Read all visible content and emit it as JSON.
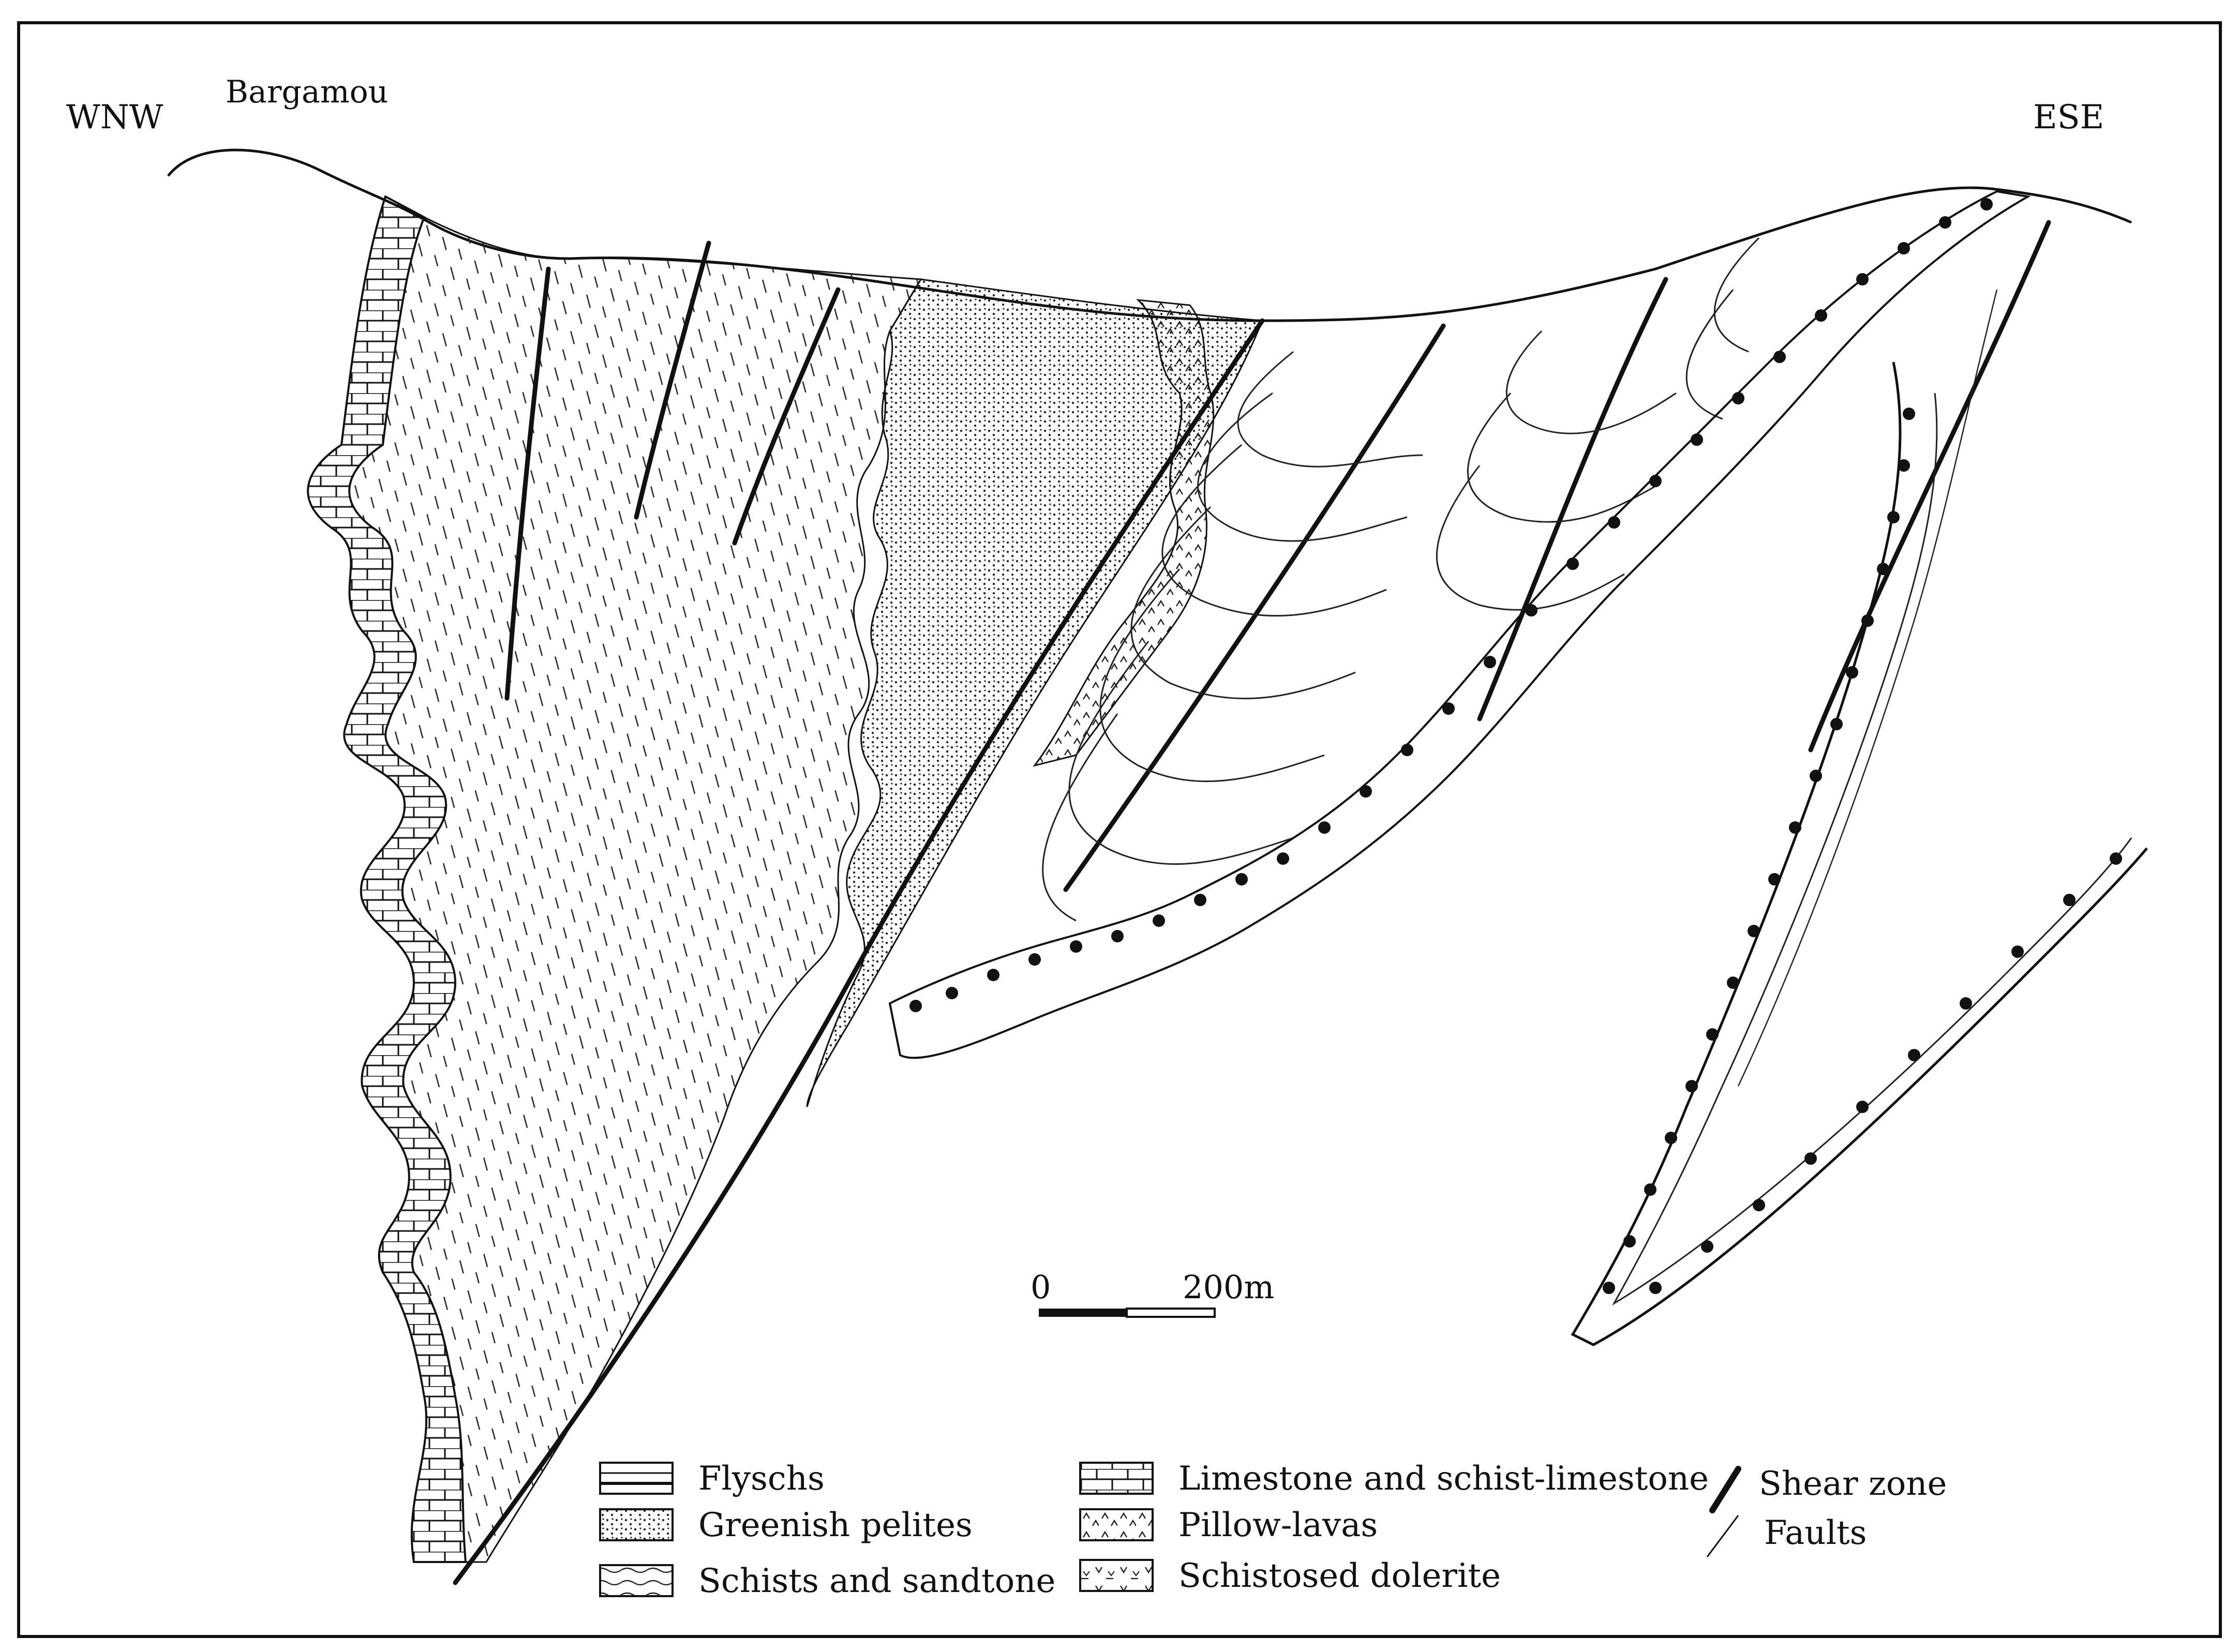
{
  "orientation": {
    "west": "WNW",
    "east": "ESE"
  },
  "place_name": "Bargamou",
  "scale_bar": {
    "start": "0",
    "end": "200m"
  },
  "legend": {
    "items": [
      {
        "label": "Flyschs",
        "pattern": "flysch"
      },
      {
        "label": "Greenish pelites",
        "pattern": "stipple"
      },
      {
        "label": "Schists and sandtone",
        "pattern": "schist-dash"
      },
      {
        "label": "Limestone and schist-limestone",
        "pattern": "brick"
      },
      {
        "label": "Pillow-lavas",
        "pattern": "carets"
      },
      {
        "label": "Schistosed dolerite",
        "pattern": "v-dash"
      },
      {
        "label": "Shear zone",
        "pattern": "thick-line"
      },
      {
        "label": "Faults",
        "pattern": "thin-line"
      }
    ]
  },
  "colors": {
    "ink": "#111111",
    "paper": "#ffffff"
  }
}
